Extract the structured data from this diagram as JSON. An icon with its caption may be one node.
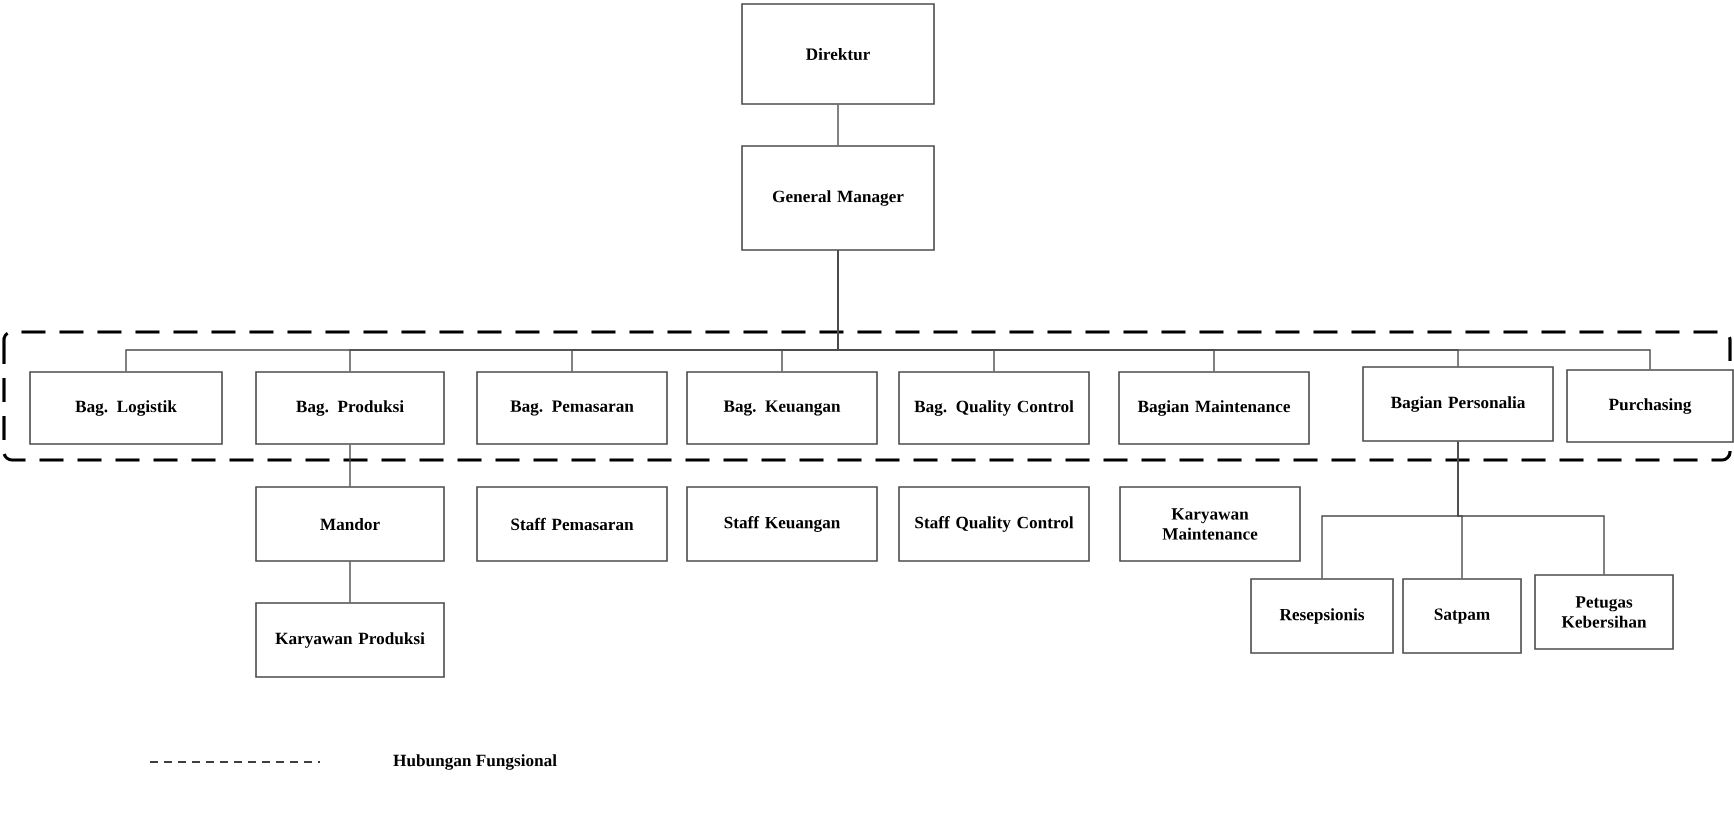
{
  "diagram": {
    "nodes": [
      {
        "text": [
          "Direktur"
        ]
      },
      {
        "text": [
          "General Manager"
        ]
      },
      {
        "text": [
          "Bag. Logistik"
        ]
      },
      {
        "text": [
          "Bag. Produksi"
        ]
      },
      {
        "text": [
          "Bag. Pemasaran"
        ]
      },
      {
        "text": [
          "Bag. Keuangan"
        ]
      },
      {
        "text": [
          "Bag. Quality Control"
        ]
      },
      {
        "text": [
          "Bagian Maintenance"
        ]
      },
      {
        "text": [
          "Bagian Personalia"
        ]
      },
      {
        "text": [
          "Purchasing"
        ]
      },
      {
        "text": [
          "Mandor"
        ]
      },
      {
        "text": [
          "Staff Pemasaran"
        ]
      },
      {
        "text": [
          "Staff Keuangan"
        ]
      },
      {
        "text": [
          "Staff Quality Control"
        ]
      },
      {
        "text": [
          "Karyawan Maintenance"
        ]
      },
      {
        "text": [
          "Karyawan Produksi"
        ]
      },
      {
        "text": [
          "Resepsionis"
        ]
      },
      {
        "text": [
          "Satpam"
        ]
      },
      {
        "text": [
          "Petugas Kebersihan"
        ]
      }
    ],
    "edges": [
      {
        "from": 0,
        "to": 1,
        "arrow": "none"
      },
      {
        "from": 1,
        "to": 2,
        "arrow": "none"
      },
      {
        "from": 1,
        "to": 3,
        "arrow": "none"
      },
      {
        "from": 1,
        "to": 4,
        "arrow": "none"
      },
      {
        "from": 1,
        "to": 5,
        "arrow": "none"
      },
      {
        "from": 1,
        "to": 6,
        "arrow": "none"
      },
      {
        "from": 1,
        "to": 7,
        "arrow": "none"
      },
      {
        "from": 1,
        "to": 8,
        "arrow": "none"
      },
      {
        "from": 1,
        "to": 9,
        "arrow": "none"
      },
      {
        "from": 3,
        "to": 10,
        "arrow": "none"
      },
      {
        "from": 10,
        "to": 15,
        "arrow": "none"
      },
      {
        "from": 8,
        "to": 16,
        "arrow": "none"
      },
      {
        "from": 8,
        "to": 17,
        "arrow": "none"
      },
      {
        "from": 8,
        "to": 18,
        "arrow": "none"
      }
    ],
    "legend": [
      {
        "text": "Hubungan Fungsional"
      }
    ]
  }
}
